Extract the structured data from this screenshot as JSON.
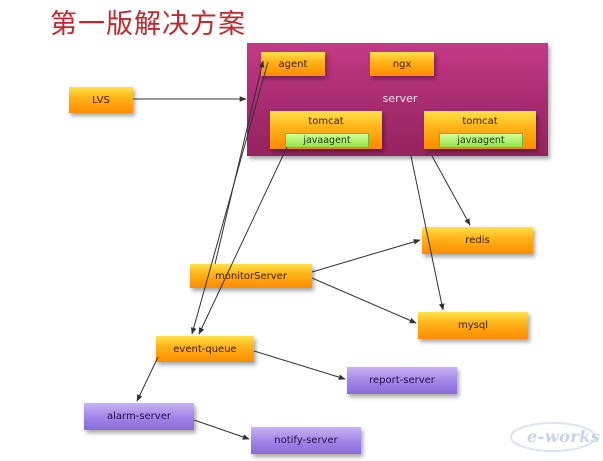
{
  "title": "第一版解决方案",
  "server": {
    "label": "server"
  },
  "nodes": {
    "agent": "agent",
    "ngx": "ngx",
    "lvs": "LVS",
    "tomcat_left": "tomcat",
    "tomcat_right": "tomcat",
    "javaagent_left": "javaagent",
    "javaagent_right": "javaagent",
    "redis": "redis",
    "monitor_server": "monitorServer",
    "mysql": "mysql",
    "event_queue": "event-queue",
    "report_server": "report-server",
    "alarm_server": "alarm-server",
    "notify_server": "notify-server"
  },
  "colors": {
    "title": "#c0282e",
    "server_box": "#a52a6e",
    "node_orange": "#ffb51a",
    "node_purple": "#9f83e6",
    "javaagent_green": "#8fe34a",
    "arrow": "#333333"
  },
  "logo": {
    "text": "e-works",
    "icon": "e-works-logo"
  }
}
